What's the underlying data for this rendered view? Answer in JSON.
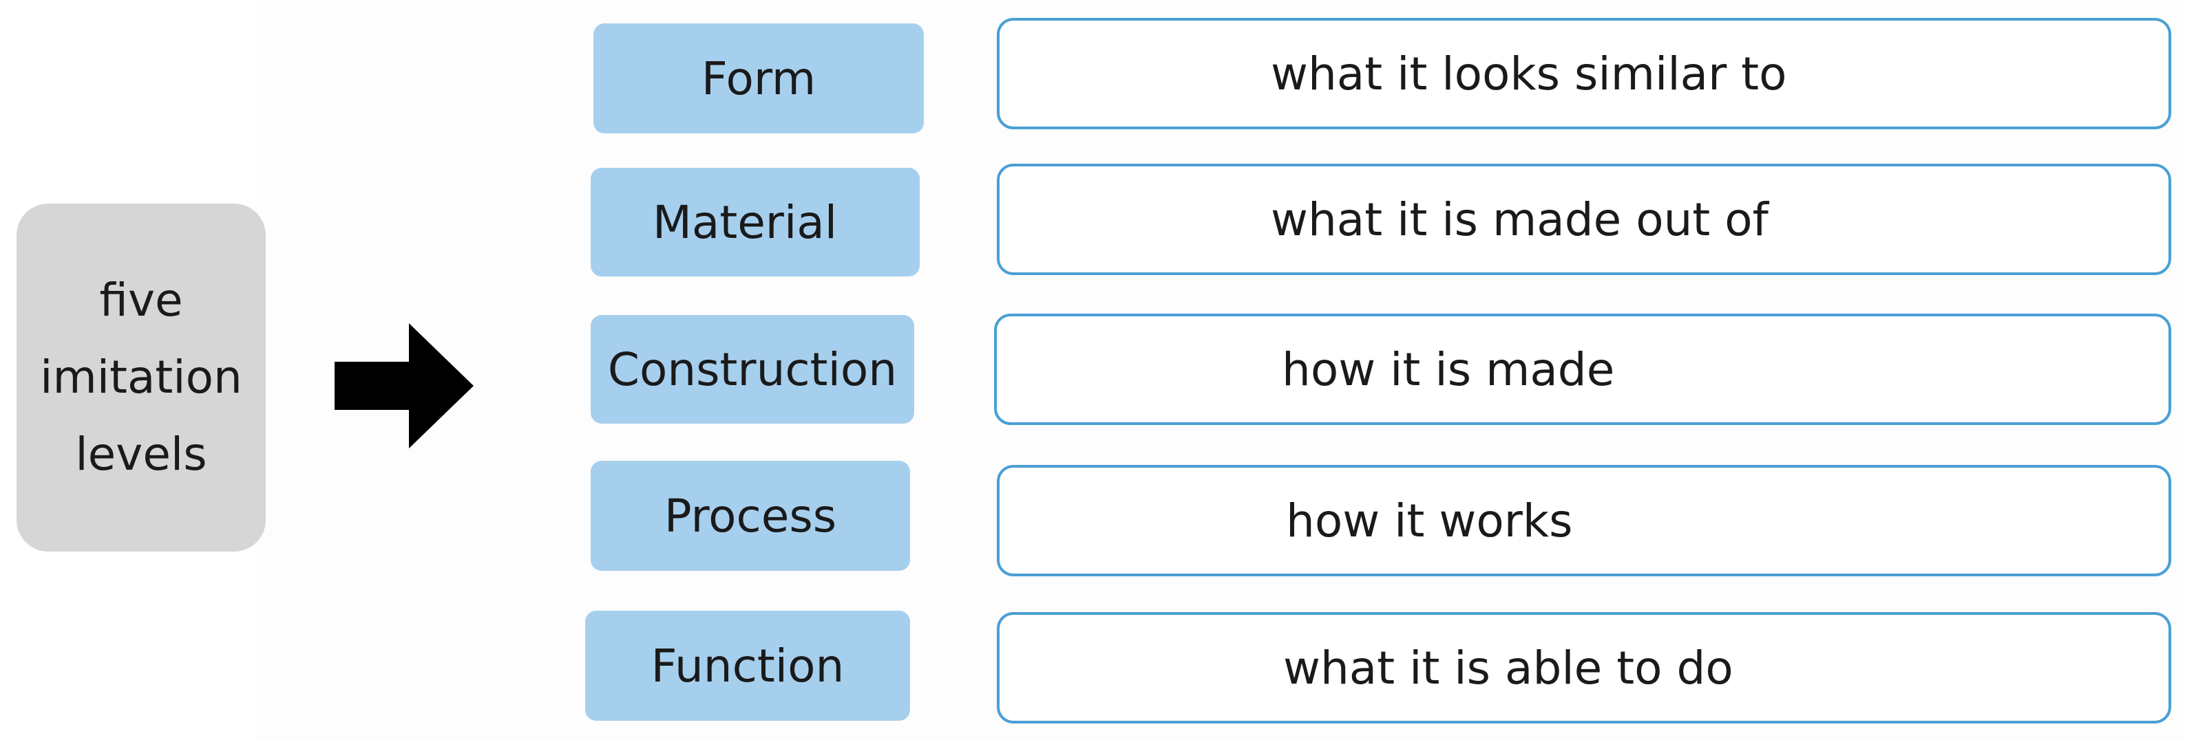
{
  "root": {
    "lines": [
      "five",
      "imitation",
      "levels"
    ]
  },
  "levels": [
    {
      "label": "Form",
      "description": "what it looks similar to"
    },
    {
      "label": "Material",
      "description": "what it is made out of"
    },
    {
      "label": "Construction",
      "description": "how it is made"
    },
    {
      "label": "Process",
      "description": "how it works"
    },
    {
      "label": "Function",
      "description": "what it is able to do"
    }
  ],
  "colors": {
    "root_fill": "#d6d6d6",
    "level_fill": "#a6cfee",
    "description_border": "#4a9fd6",
    "arrow": "#000000"
  }
}
